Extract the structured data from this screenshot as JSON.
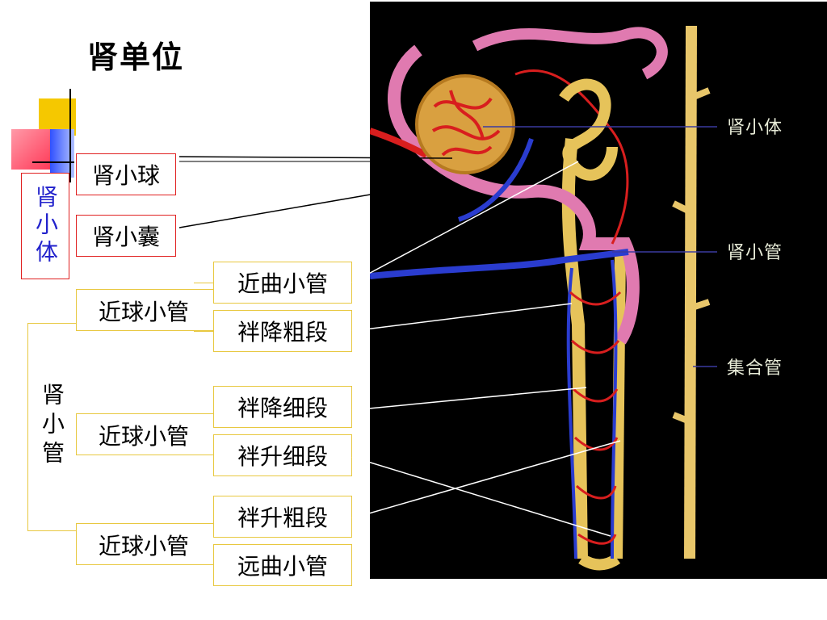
{
  "title": "肾单位",
  "labels": {
    "shen_xiao_ti": "肾小体",
    "shen_xiao_qiu": "肾小球",
    "shen_xiao_nang": "肾小囊",
    "shen_xiao_guan": "肾小管",
    "group1": "近球小管",
    "group2": "近球小管",
    "group3": "近球小管",
    "items": [
      "近曲小管",
      "袢降粗段",
      "袢降细段",
      "袢升细段",
      "袢升粗段",
      "远曲小管"
    ]
  },
  "photo_labels": {
    "corpuscle": "肾小体",
    "tubule": "肾小管",
    "collecting_duct": "集合管"
  },
  "colors": {
    "title": "#000000",
    "red_border": "#e02020",
    "gold_border": "#e8c840",
    "blue_text": "#2222cc",
    "photo_bg": "#000000"
  }
}
